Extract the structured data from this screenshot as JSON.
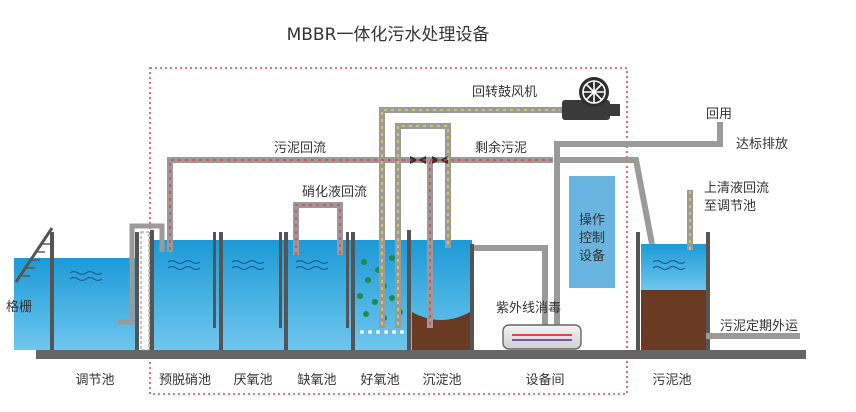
{
  "title": "MBBR一体化污水处理设备",
  "labels": {
    "blower": "回转鼓风机",
    "reuse": "回用",
    "discharge": "达标排放",
    "sludge_return": "污泥回流",
    "excess_sludge": "剩余污泥",
    "nitrate_return": "硝化液回流",
    "supernatant_return_1": "上清液回流",
    "supernatant_return_2": "至调节池",
    "control_1": "操作",
    "control_2": "控制",
    "control_3": "设备",
    "uv": "紫外线消毒",
    "grille": "格栅",
    "sludge_out": "污泥定期外运"
  },
  "tanks": [
    "调节池",
    "预脱硝池",
    "厌氧池",
    "缺氧池",
    "好氧池",
    "沉淀池",
    "设备间",
    "污泥池"
  ],
  "colors": {
    "water": "#27a8e0",
    "water_light": "#8fd2f2",
    "pipe": "#9a9a9a",
    "wall": "#555555",
    "sludge": "#6b3a23",
    "boundary": "#e0454b",
    "control_panel": "#69b5df",
    "flow_red": "#e0454b",
    "flow_yellow": "#e6d23a",
    "bubbles": "#1f8a4c"
  }
}
